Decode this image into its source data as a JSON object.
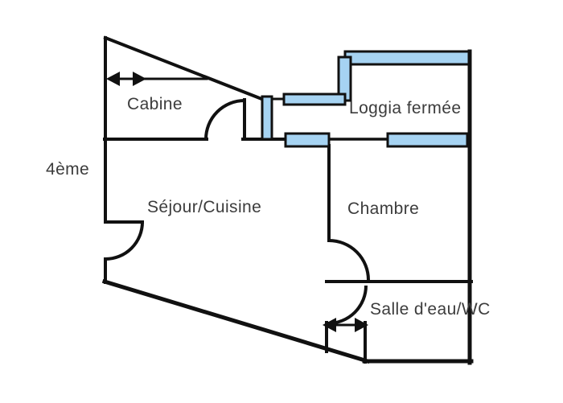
{
  "floor_label": "4ème",
  "rooms": {
    "cabine": "Cabine",
    "loggia": "Loggia fermée",
    "sejour": "Séjour/Cuisine",
    "chambre": "Chambre",
    "salle_eau": "Salle d'eau/WC"
  },
  "colors": {
    "wall": "#111111",
    "text": "#3c3c3c",
    "window_fill": "#a6d3f2",
    "background": "#ffffff"
  }
}
